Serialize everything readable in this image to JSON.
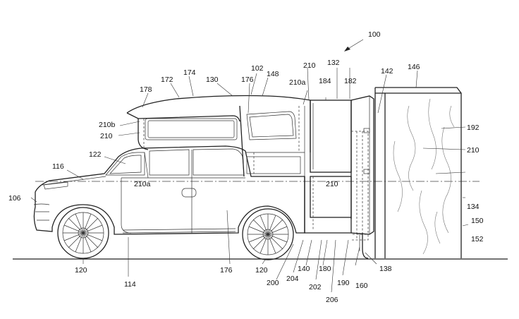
{
  "figure": {
    "ref_labels": [
      "100",
      "102",
      "106",
      "114",
      "116",
      "120",
      "120",
      "122",
      "130",
      "132",
      "134",
      "138",
      "140",
      "142",
      "146",
      "148",
      "150",
      "152",
      "160",
      "172",
      "174",
      "176",
      "176",
      "178",
      "180",
      "182",
      "184",
      "190",
      "192",
      "200",
      "202",
      "204",
      "206",
      "210",
      "210",
      "210",
      "210",
      "210a",
      "210a",
      "210b"
    ],
    "line_color": "#222222",
    "background": "#ffffff"
  }
}
